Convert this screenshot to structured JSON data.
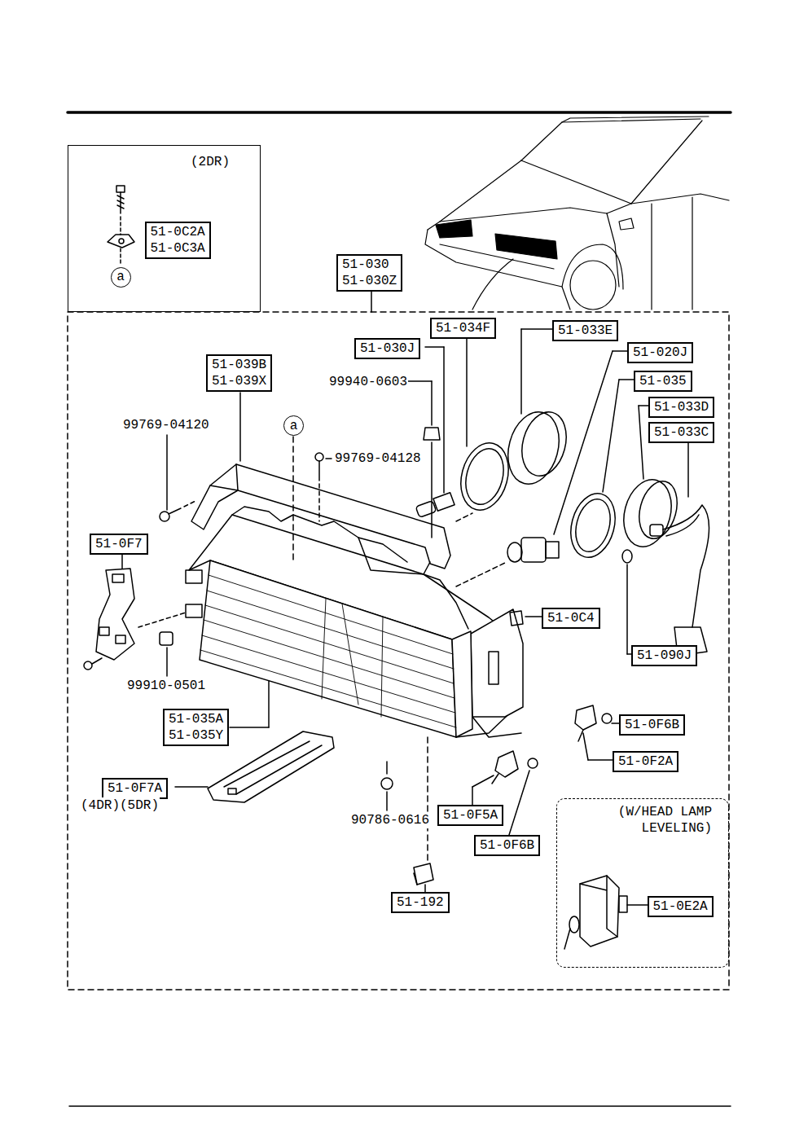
{
  "diagram": {
    "nodes": [
      {
        "text": [
          "(2DR)"
        ]
      },
      {
        "text": [
          "51-0C2A",
          "51-0C3A"
        ],
        "in": 0
      },
      {
        "text": [
          "a"
        ],
        "in": 0
      },
      {
        "text": [
          "51-030",
          "51-030Z"
        ]
      },
      {
        "text": [
          "51-034F"
        ]
      },
      {
        "text": [
          "51-033E"
        ]
      },
      {
        "text": [
          "51-030J"
        ]
      },
      {
        "text": [
          "51-020J"
        ]
      },
      {
        "text": [
          "51-039B",
          "51-039X"
        ]
      },
      {
        "text": [
          "51-035"
        ]
      },
      {
        "text": [
          "51-033D"
        ]
      },
      {
        "text": [
          "51-033C"
        ]
      },
      {
        "text": [
          "a"
        ]
      },
      {
        "text": [
          "51-0F7"
        ]
      },
      {
        "text": [
          "51-0C4"
        ]
      },
      {
        "text": [
          "51-090J"
        ]
      },
      {
        "text": [
          "51-035A",
          "51-035Y"
        ]
      },
      {
        "text": [
          "51-0F6B"
        ]
      },
      {
        "text": [
          "51-0F2A"
        ]
      },
      {
        "text": [
          "51-0F7A"
        ]
      },
      {
        "text": [
          "51-0F5A"
        ]
      },
      {
        "text": [
          "51-0F6B"
        ]
      },
      {
        "text": [
          "(W/HEAD LAMP LEVELING)"
        ]
      },
      {
        "text": [
          "51-0E2A"
        ],
        "in": 22
      },
      {
        "text": [
          "51-192"
        ]
      }
    ],
    "labels": [
      "99940-0603",
      "99769-04120",
      "99769-04128",
      "99910-0501",
      "(4DR)(5DR)",
      "90786-0616"
    ]
  }
}
